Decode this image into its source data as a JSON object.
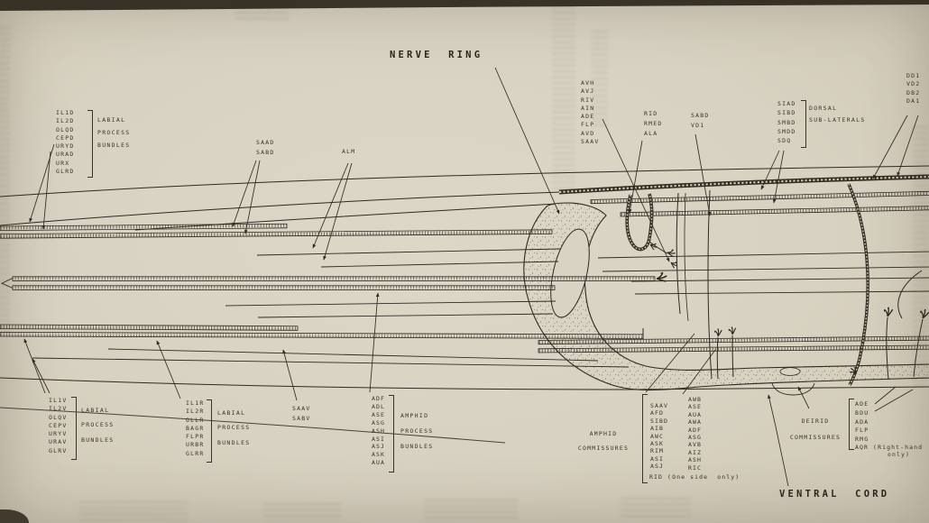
{
  "page": {
    "paper_color": "#d8d2c2",
    "ink_color": "#2f2a22",
    "scan_edge_color": "#2e2820"
  },
  "labels": {
    "nerve_ring": "NERVE RING",
    "ventral_cord": "VENTRAL CORD",
    "alm": "ALM",
    "labial_dorsal": {
      "items": [
        "IL1D",
        "IL2D",
        "OLQD",
        "CEPD",
        "URYD",
        "URAD",
        "URX",
        "GLRD"
      ],
      "caption": [
        "LABIAL",
        "PROCESS",
        "BUNDLES"
      ]
    },
    "saad_sabd": {
      "items": [
        "SAAD",
        "SABD"
      ]
    },
    "nr_cells": {
      "items": [
        "AVH",
        "AVJ",
        "RIV",
        "AIN",
        "ADE",
        "FLP",
        "AVD",
        "SAAV"
      ]
    },
    "rid_group": {
      "items": [
        "RID",
        "RMED",
        "ALA"
      ]
    },
    "sabd_vd1": {
      "items": [
        "SABD",
        "VD1"
      ]
    },
    "dorsal_sublaterals": {
      "items": [
        "SIAD",
        "SIBD",
        "SMBD",
        "SMDD",
        "SDQ"
      ],
      "caption": [
        "DORSAL",
        "SUB-LATERALS"
      ]
    },
    "dorsal_cord_cells": {
      "items": [
        "DD1",
        "VD2",
        "DB2",
        "DA1"
      ]
    },
    "labial_ventral": {
      "items": [
        "IL1V",
        "IL2V",
        "OLQV",
        "CEPV",
        "URYV",
        "URAV",
        "GLRV"
      ],
      "caption": [
        "LABIAL",
        "PROCESS",
        "BUNDLES"
      ]
    },
    "labial_right": {
      "items": [
        "IL1R",
        "IL2R",
        "OLLR",
        "BAGR",
        "FLPR",
        "URBR",
        "GLRR"
      ],
      "caption": [
        "LABIAL",
        "PROCESS",
        "BUNDLES"
      ]
    },
    "saav_sabv": {
      "items": [
        "SAAV",
        "SABV"
      ]
    },
    "amphid_processes": {
      "items": [
        "ADF",
        "ADL",
        "ASE",
        "ASG",
        "ASH",
        "ASI",
        "ASJ",
        "ASK",
        "AUA"
      ],
      "caption": [
        "AMPHID",
        "PROCESS",
        "BUNDLES"
      ]
    },
    "amphid_commissures": {
      "caption": [
        "AMPHID",
        "COMMISSURES"
      ],
      "col1": [
        "SAAV",
        "AFD",
        "SIBD",
        "AIB",
        "AWC",
        "ASK",
        "RIM",
        "ASI",
        "ASJ"
      ],
      "col2": [
        "AWB",
        "ASE",
        "AUA",
        "AWA",
        "ADF",
        "ASG",
        "AVB",
        "AIZ",
        "ASH",
        "RIC"
      ],
      "note": "RID (One side  only)"
    },
    "deirid_commissures": {
      "caption": [
        "DEIRID",
        "COMMISSURES"
      ],
      "items": [
        "ADE",
        "BDU",
        "ADA",
        "FLP",
        "RMG"
      ],
      "aqr_line1": "AQR (Right-hand",
      "aqr_line2": "only)"
    }
  }
}
